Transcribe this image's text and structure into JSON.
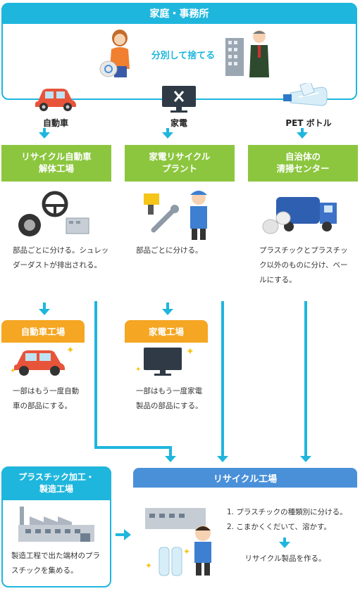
{
  "top": {
    "header": "家庭・事務所",
    "sort_label": "分別して捨てる"
  },
  "categories": [
    {
      "label": "自動車",
      "icon": "car-icon"
    },
    {
      "label": "家電",
      "icon": "monitor-icon"
    },
    {
      "label": "PET ボトル",
      "icon": "pet-bottle-icon"
    }
  ],
  "facilities": [
    {
      "title": "リサイクル自動車\n解体工場",
      "desc": "部品ごとに分ける。シュレッダーダストが排出される。"
    },
    {
      "title": "家電リサイクル\nプラント",
      "desc": "部品ごとに分ける。"
    },
    {
      "title": "自治体の\n清掃センター",
      "desc": "プラスチックとプラスチック以外のものに分け、ベールにする。"
    }
  ],
  "factories": [
    {
      "title": "自動車工場",
      "desc": "一部はもう一度自動車の部品にする。"
    },
    {
      "title": "家電工場",
      "desc": "一部はもう一度家電製品の部品にする。"
    }
  ],
  "plastic_factory": {
    "title": "プラスチック加工・\n製造工場",
    "desc": "製造工程で出た端材のプラスチックを集める。"
  },
  "recycle_factory": {
    "title": "リサイクル工場",
    "steps": [
      "1. プラスチックの種類別に分ける。",
      "2. こまかくくだいて、溶かす。"
    ],
    "result": "リサイクル製品を作る。"
  },
  "colors": {
    "cyan": "#1fb6dd",
    "green": "#8cc63f",
    "orange": "#f5a623",
    "blue": "#4a90d9"
  }
}
